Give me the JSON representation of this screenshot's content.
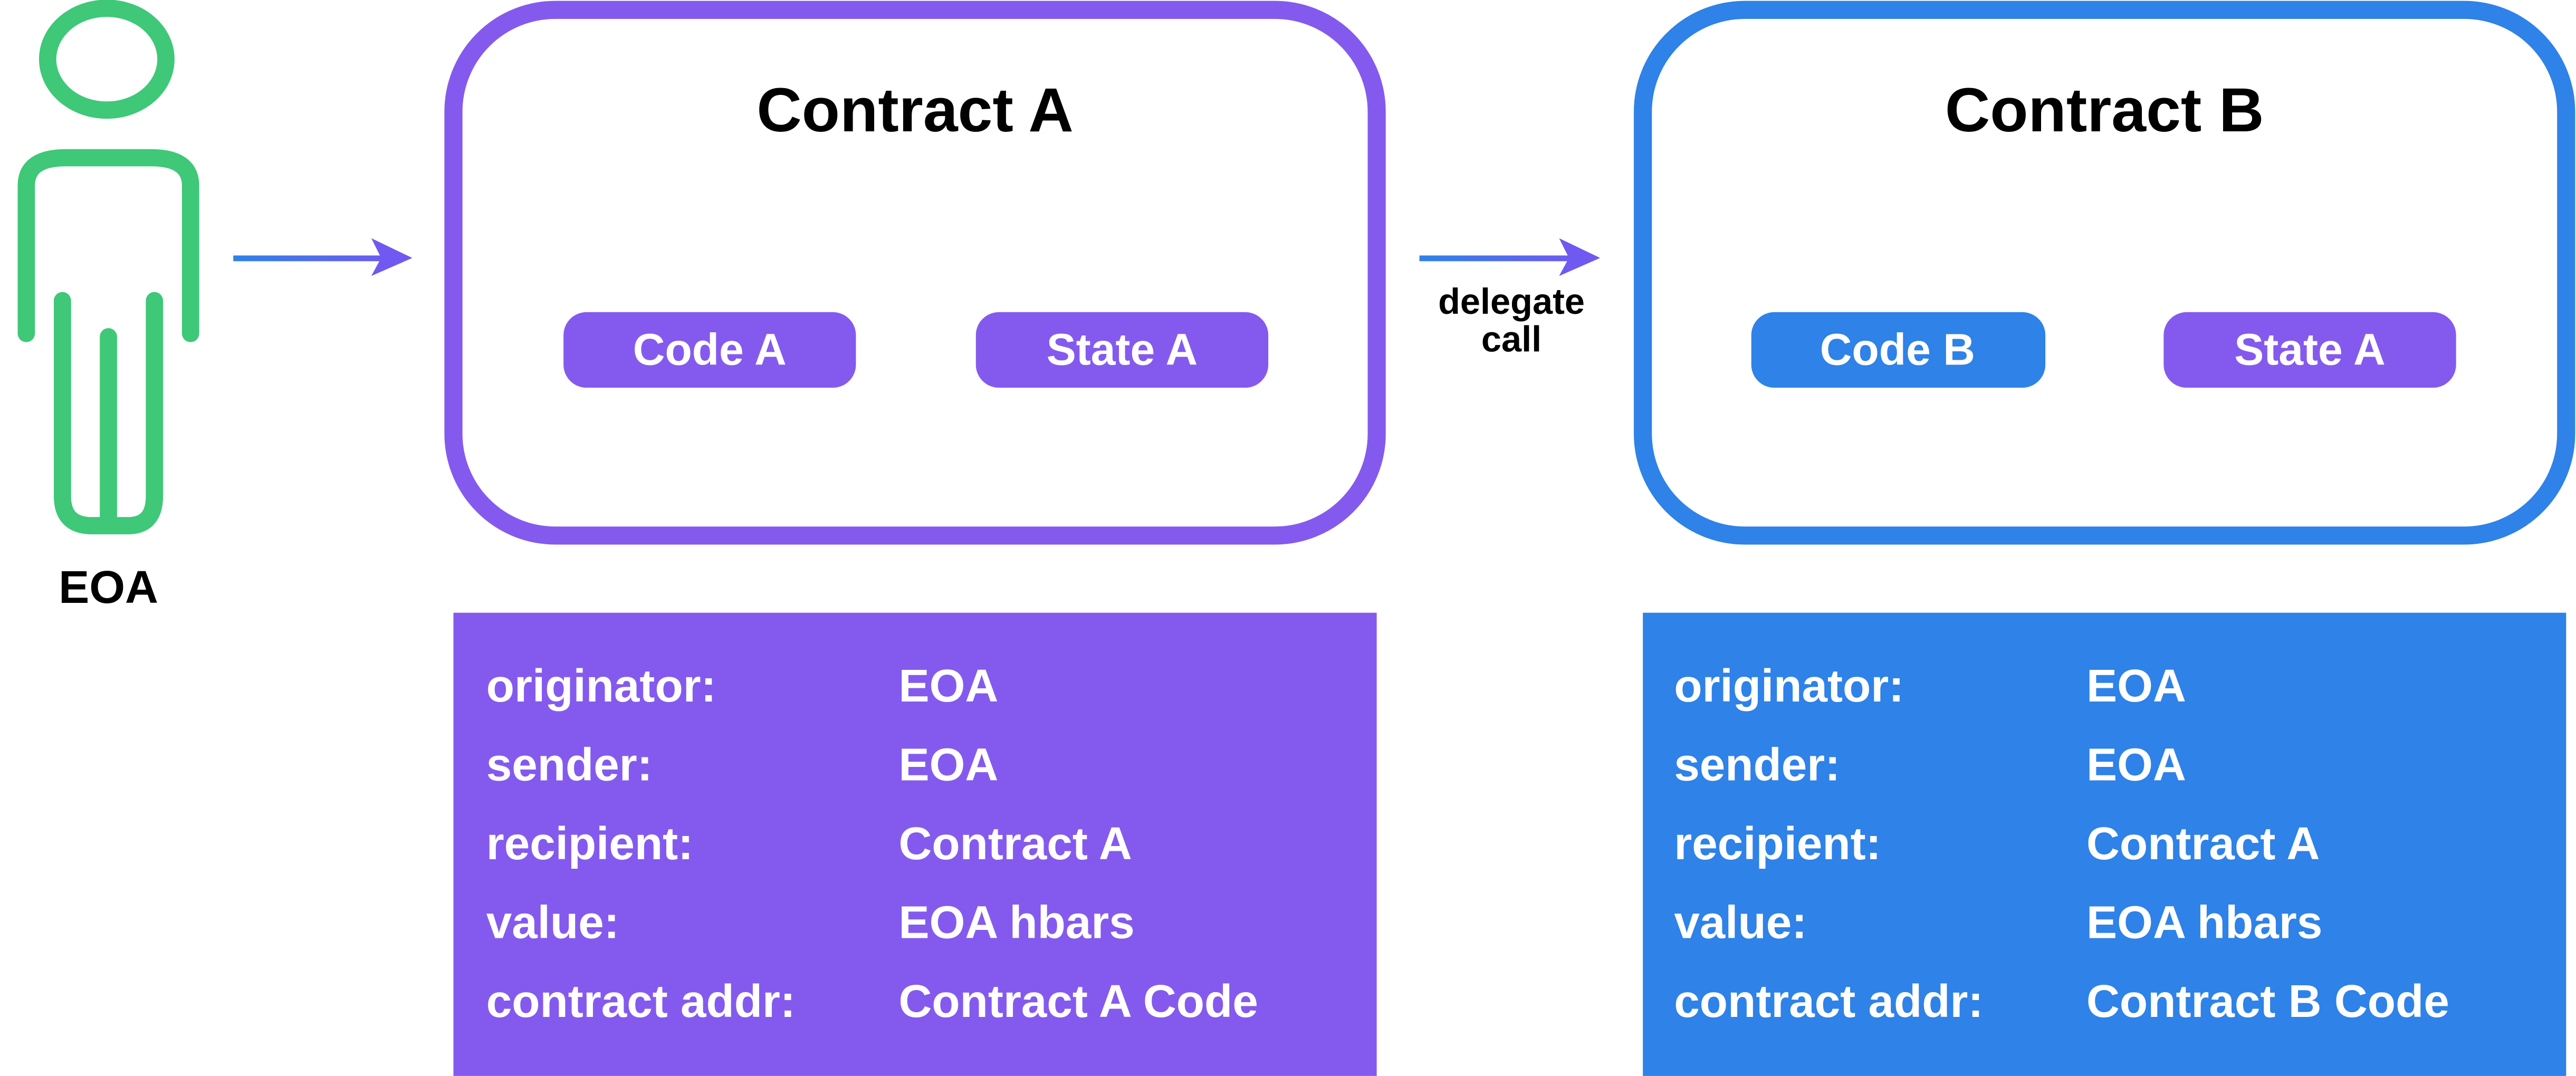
{
  "colors": {
    "purple": "#845AEE",
    "blue": "#2E82E8",
    "green": "#3EC878",
    "arrow_start": "#2E82E8",
    "arrow_end": "#7059F0"
  },
  "actor": {
    "icon": "person-icon",
    "label": "EOA"
  },
  "arrow_call": {
    "label": ""
  },
  "arrow_delegate": {
    "label_line1": "delegate",
    "label_line2": "call"
  },
  "contract_a": {
    "title": "Contract A",
    "pills": [
      "Code A",
      "State A"
    ],
    "info": [
      {
        "key": "originator:",
        "value": "EOA"
      },
      {
        "key": "sender:",
        "value": "EOA"
      },
      {
        "key": "recipient:",
        "value": "Contract A"
      },
      {
        "key": "value:",
        "value": "EOA hbars"
      },
      {
        "key": "contract addr:",
        "value": "Contract A Code"
      }
    ]
  },
  "contract_b": {
    "title": "Contract B",
    "pills": [
      "Code B",
      "State A"
    ],
    "info": [
      {
        "key": "originator:",
        "value": "EOA"
      },
      {
        "key": "sender:",
        "value": "EOA"
      },
      {
        "key": "recipient:",
        "value": "Contract A"
      },
      {
        "key": "value:",
        "value": "EOA hbars"
      },
      {
        "key": "contract addr:",
        "value": "Contract B Code"
      }
    ]
  }
}
